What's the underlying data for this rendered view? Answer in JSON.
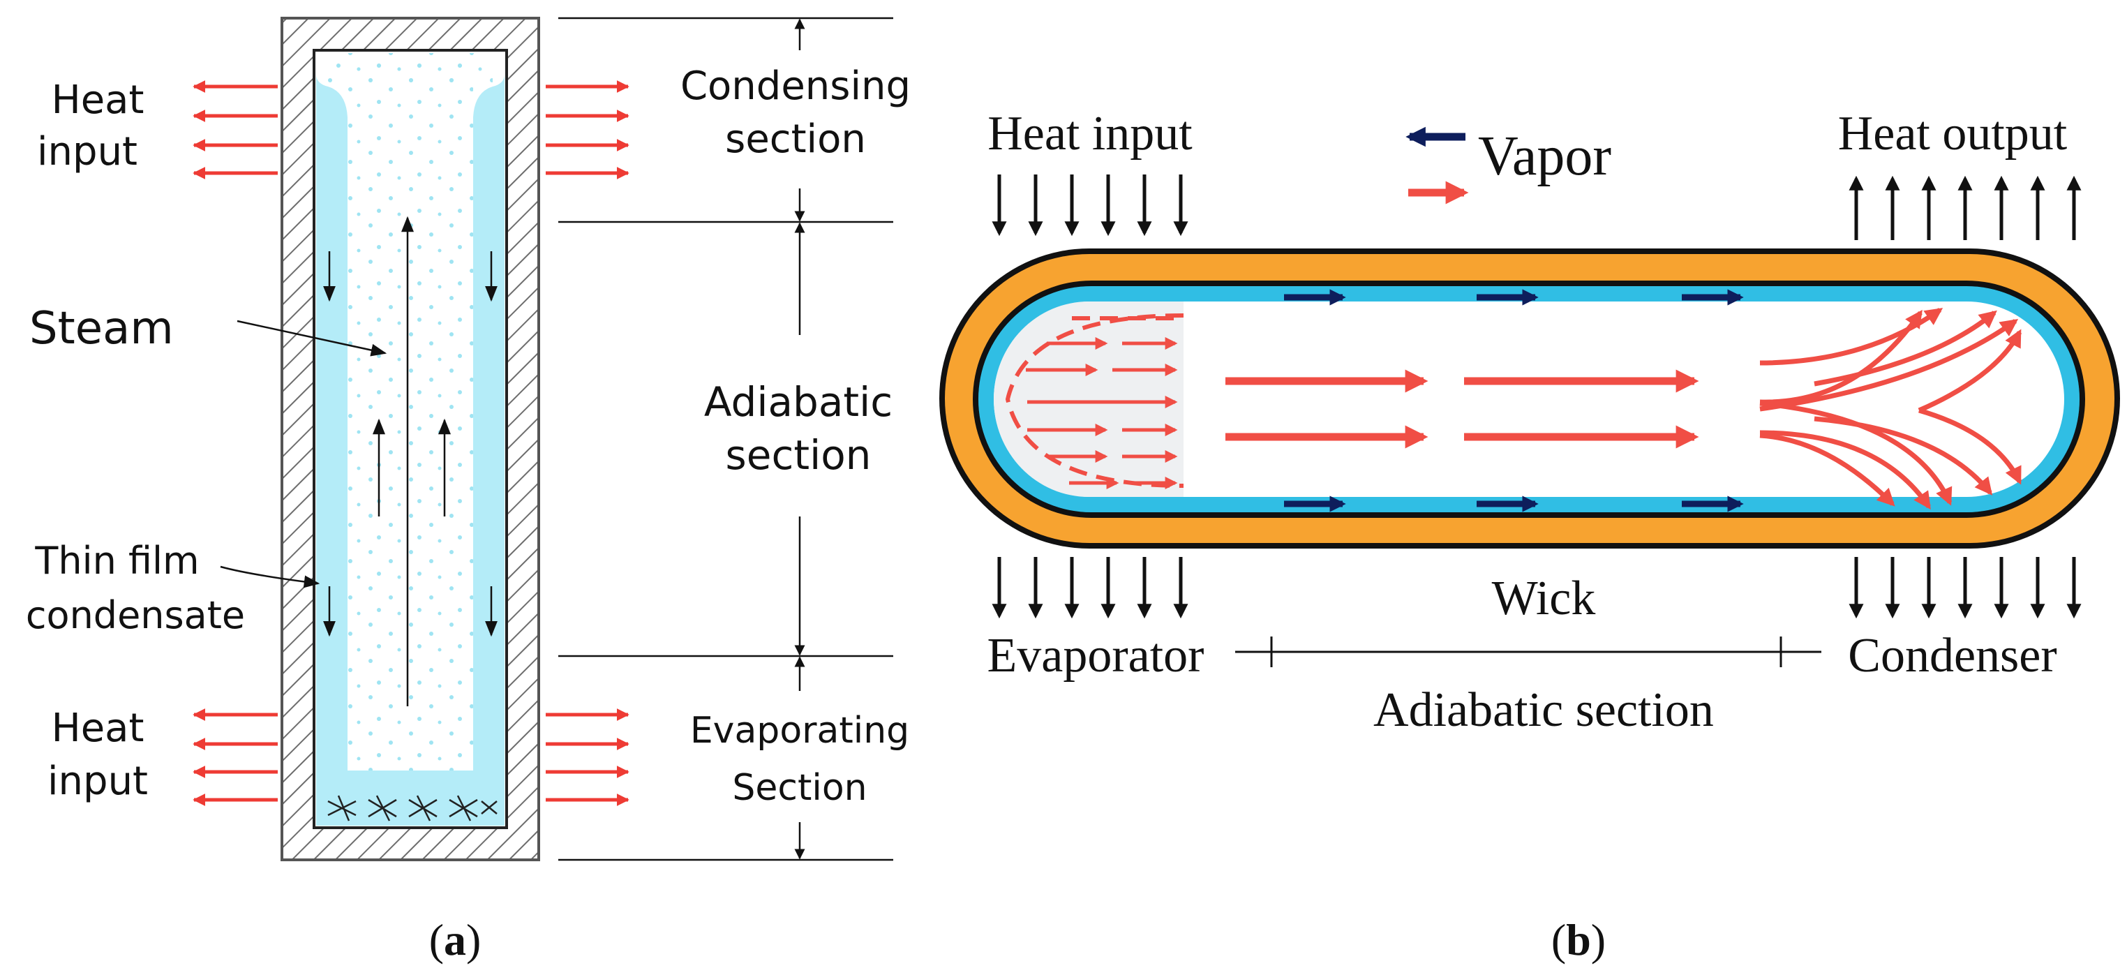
{
  "panel_a": {
    "heat_input_top": [
      "Heat",
      "input"
    ],
    "heat_input_bottom": [
      "Heat",
      "input"
    ],
    "steam": "Steam",
    "thin_film": [
      "Thin film",
      "condensate"
    ],
    "condensing": [
      "Condensing",
      "section"
    ],
    "adiabatic": [
      "Adiabatic",
      "section"
    ],
    "evaporating": [
      "Evaporating",
      "Section"
    ],
    "caption_open": "(",
    "caption_letter": "a",
    "caption_close": ")"
  },
  "panel_b": {
    "heat_input": "Heat input",
    "vapor": "Vapor",
    "heat_output": "Heat output",
    "wick": "Wick",
    "evaporator": "Evaporator",
    "condenser": "Condenser",
    "adiabatic_section": "Adiabatic section",
    "caption_open": "(",
    "caption_letter": "b",
    "caption_close": ")"
  },
  "colors": {
    "heat_arrow": "#ee3b34",
    "liquid": "#b4ecf8",
    "wick_blue": "#12b4e0",
    "vapor_arrow": "#0e1e5c",
    "casing_orange": "#f7a330",
    "flow_red": "#f04e45"
  }
}
